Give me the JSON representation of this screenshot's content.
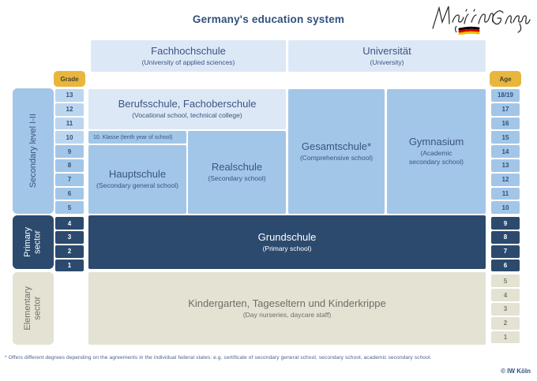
{
  "header": {
    "title": "Germany's education system",
    "logo_text": "Make it in Germany",
    "logo_name": "make-it-in-germany-logo"
  },
  "columns": {
    "grade_header": "Grade",
    "age_header": "Age",
    "grades": [
      "13",
      "12",
      "11",
      "10",
      "9",
      "8",
      "7",
      "6",
      "5",
      "4",
      "3",
      "2",
      "1"
    ],
    "ages": [
      "18/19",
      "17",
      "16",
      "15",
      "14",
      "13",
      "12",
      "11",
      "10",
      "9",
      "8",
      "7",
      "6",
      "5",
      "4",
      "3",
      "2",
      "1"
    ]
  },
  "sectors": [
    {
      "name": "secondary",
      "label": "Secondary level I-II"
    },
    {
      "name": "primary",
      "label": "Primary\nsector"
    },
    {
      "name": "elementary",
      "label": "Elementary\nsector"
    }
  ],
  "tertiary": [
    {
      "name": "fachhochschule",
      "de": "Fachhochschule",
      "en": "(University of applied sciences)"
    },
    {
      "name": "universitaet",
      "de": "Universität",
      "en": "(University)"
    }
  ],
  "blocks": [
    {
      "name": "berufsschule",
      "de": "Berufsschule, Fachoberschule",
      "en": "(Vocational school, technical college)"
    },
    {
      "name": "hauptschule",
      "de": "Hauptschule",
      "en": "(Secondary general school)"
    },
    {
      "name": "realschule",
      "de": "Realschule",
      "en": "(Secondary school)"
    },
    {
      "name": "gesamtschule",
      "de": "Gesamtschule*",
      "en": "(Comprehensive school)"
    },
    {
      "name": "gymnasium",
      "de": "Gymnasium",
      "en": "(Academic\nsecondary school)"
    },
    {
      "name": "grundschule",
      "de": "Grundschule",
      "en": "(Primary school)"
    },
    {
      "name": "kindergarten",
      "de": "Kindergarten, Tageseltern und Kinderkrippe",
      "en": "(Day nurseries, daycare staff)"
    }
  ],
  "klasse_note": "10. Klasse (tenth year of school)",
  "footnote": "* Offers different degrees depending on the agreements in the individual federal states: e.g. certificate of secondary general school, secondary school, academic secondary school.",
  "credit": "© IW Köln",
  "colors": {
    "pale_blue": "#dde8f7",
    "mid_blue": "#a2c6e8",
    "dark_blue": "#2c4a6e",
    "cream": "#e4e2d3",
    "gold": "#e8b63c",
    "text_blue": "#31507e"
  }
}
